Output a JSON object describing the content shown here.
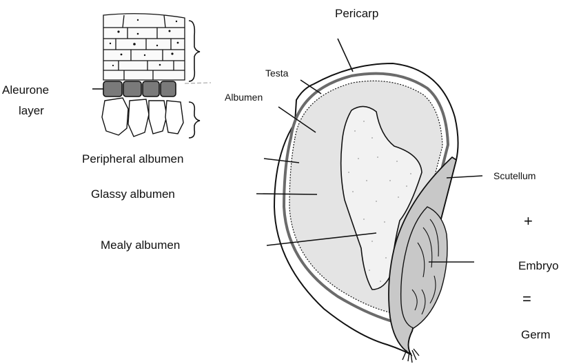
{
  "labels": {
    "pericarp": "Pericarp",
    "testa": "Testa",
    "albumen": "Albumen",
    "aleurone_line1": "Aleurone",
    "aleurone_line2": "layer",
    "peripheral_albumen": "Peripheral albumen",
    "glassy_albumen": "Glassy albumen",
    "mealy_albumen": "Mealy albumen",
    "scutellum": "Scutellum",
    "plus": "+",
    "embryo": "Embryo",
    "equals": "=",
    "germ": "Germ"
  },
  "colors": {
    "outline": "#111111",
    "albumen_fill": "#e4e4e4",
    "mealy_fill": "#f2f2f2",
    "germ_fill": "#c8c8c8",
    "aleurone_fill": "#7a7a7a",
    "testa_band": "#6b6b6b"
  }
}
